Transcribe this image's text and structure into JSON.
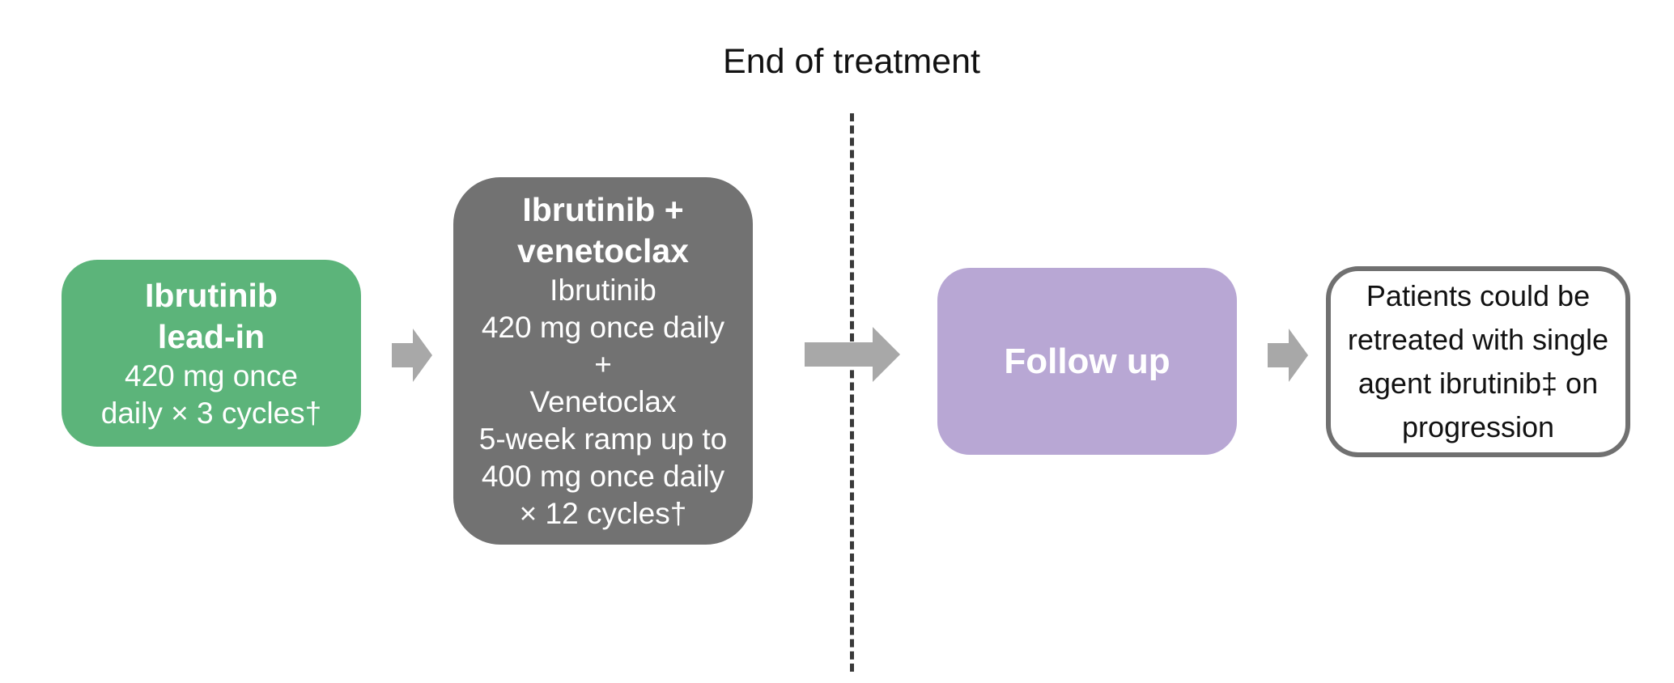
{
  "header": {
    "end_of_treatment": "End of treatment"
  },
  "lead_in": {
    "title_lines": [
      "Ibrutinib",
      "lead-in"
    ],
    "body_lines": [
      "420 mg once",
      "daily × 3 cycles†"
    ]
  },
  "combination": {
    "title_lines": [
      "Ibrutinib +",
      "venetoclax"
    ],
    "body_lines": [
      "Ibrutinib",
      "420 mg once daily",
      "+",
      "Venetoclax",
      "5-week ramp up to",
      "400 mg once daily",
      "× 12 cycles†"
    ]
  },
  "follow_up": {
    "title": "Follow up"
  },
  "retreatment": {
    "lines": [
      "Patients could be",
      "retreated with single",
      "agent ibrutinib‡ on",
      "progression"
    ]
  },
  "colors": {
    "lead_in": "#5cb47a",
    "combination": "#727272",
    "follow_up": "#b8a7d4",
    "retreatment_border": "#707070",
    "arrow": "#a8a8a8",
    "divider": "#3a3a3a"
  }
}
